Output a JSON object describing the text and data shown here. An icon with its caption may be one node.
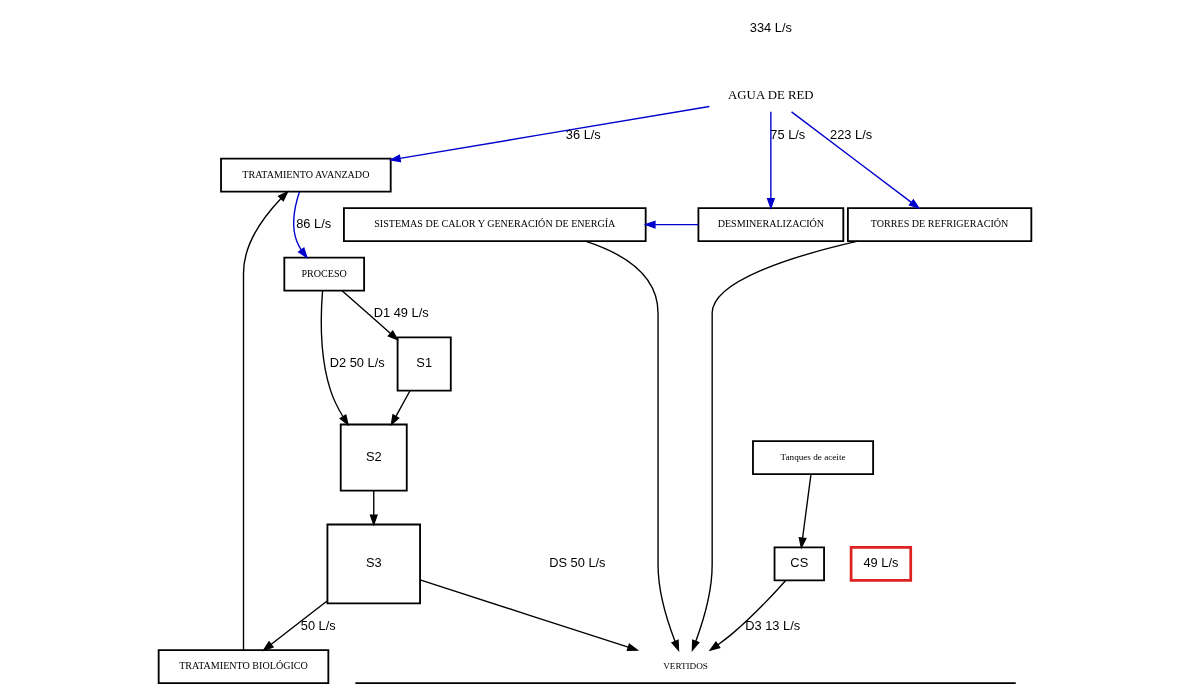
{
  "diagram": {
    "nodes": [
      {
        "text": [
          "AGUA DE RED"
        ]
      },
      {
        "text": [
          "TORRES DE REFRIGERACIÓN"
        ]
      },
      {
        "text": [
          "DESMINERALIZACIÓN"
        ]
      },
      {
        "text": [
          "SISTEMAS DE CALOR Y GENERACIÓN DE ENERGÍA"
        ]
      },
      {
        "text": [
          "PROCESO"
        ]
      },
      {
        "text": [
          "TRATAMIENTO AVANZADO"
        ]
      },
      {
        "text": [
          "TRATAMIENTO BIOLÓGICO"
        ]
      },
      {
        "text": [
          "Tanques de aceite"
        ]
      },
      {
        "text": [
          "CS"
        ]
      },
      {
        "text": [
          "S3"
        ]
      },
      {
        "text": [
          "S2"
        ]
      },
      {
        "text": [
          "S1"
        ]
      },
      {
        "text": [
          "VERTIDOS"
        ]
      },
      {
        "text": [
          "49 L/s"
        ]
      }
    ],
    "edges": [
      {
        "from": 0,
        "to": 1,
        "arrow": "to",
        "label": "223 L/s",
        "color": "#0000cc"
      },
      {
        "from": 0,
        "to": 2,
        "arrow": "to",
        "label": "75 L/s",
        "color": "#0000cc"
      },
      {
        "from": 2,
        "to": 3,
        "arrow": "to",
        "color": "#0000cc"
      },
      {
        "from": 0,
        "to": 5,
        "arrow": "to",
        "label": "36 L/s",
        "color": "#0000cc"
      },
      {
        "from": 6,
        "to": 5,
        "arrow": "to"
      },
      {
        "from": 5,
        "to": 4,
        "arrow": "to",
        "label": "86 L/s",
        "color": "#0000cc"
      },
      {
        "from": 1,
        "to": 12,
        "arrow": "to"
      },
      {
        "from": 3,
        "to": 12,
        "arrow": "to"
      },
      {
        "from": 4,
        "to": 10,
        "arrow": "to",
        "label": "D2 50 L/s"
      },
      {
        "from": 4,
        "to": 11,
        "arrow": "to",
        "label": "D1 49 L/s"
      },
      {
        "from": 11,
        "to": 10,
        "arrow": "to"
      },
      {
        "from": 10,
        "to": 9,
        "arrow": "to"
      },
      {
        "from": 9,
        "to": 6,
        "arrow": "to",
        "label": "50 L/s"
      },
      {
        "from": 9,
        "to": 12,
        "arrow": "to"
      },
      {
        "from": 7,
        "to": 8,
        "arrow": "to"
      },
      {
        "from": 8,
        "to": 12,
        "arrow": "to",
        "label": "D3 13 L/s"
      }
    ],
    "labels": [
      "334 L/s",
      "DS 50 L/s"
    ]
  }
}
